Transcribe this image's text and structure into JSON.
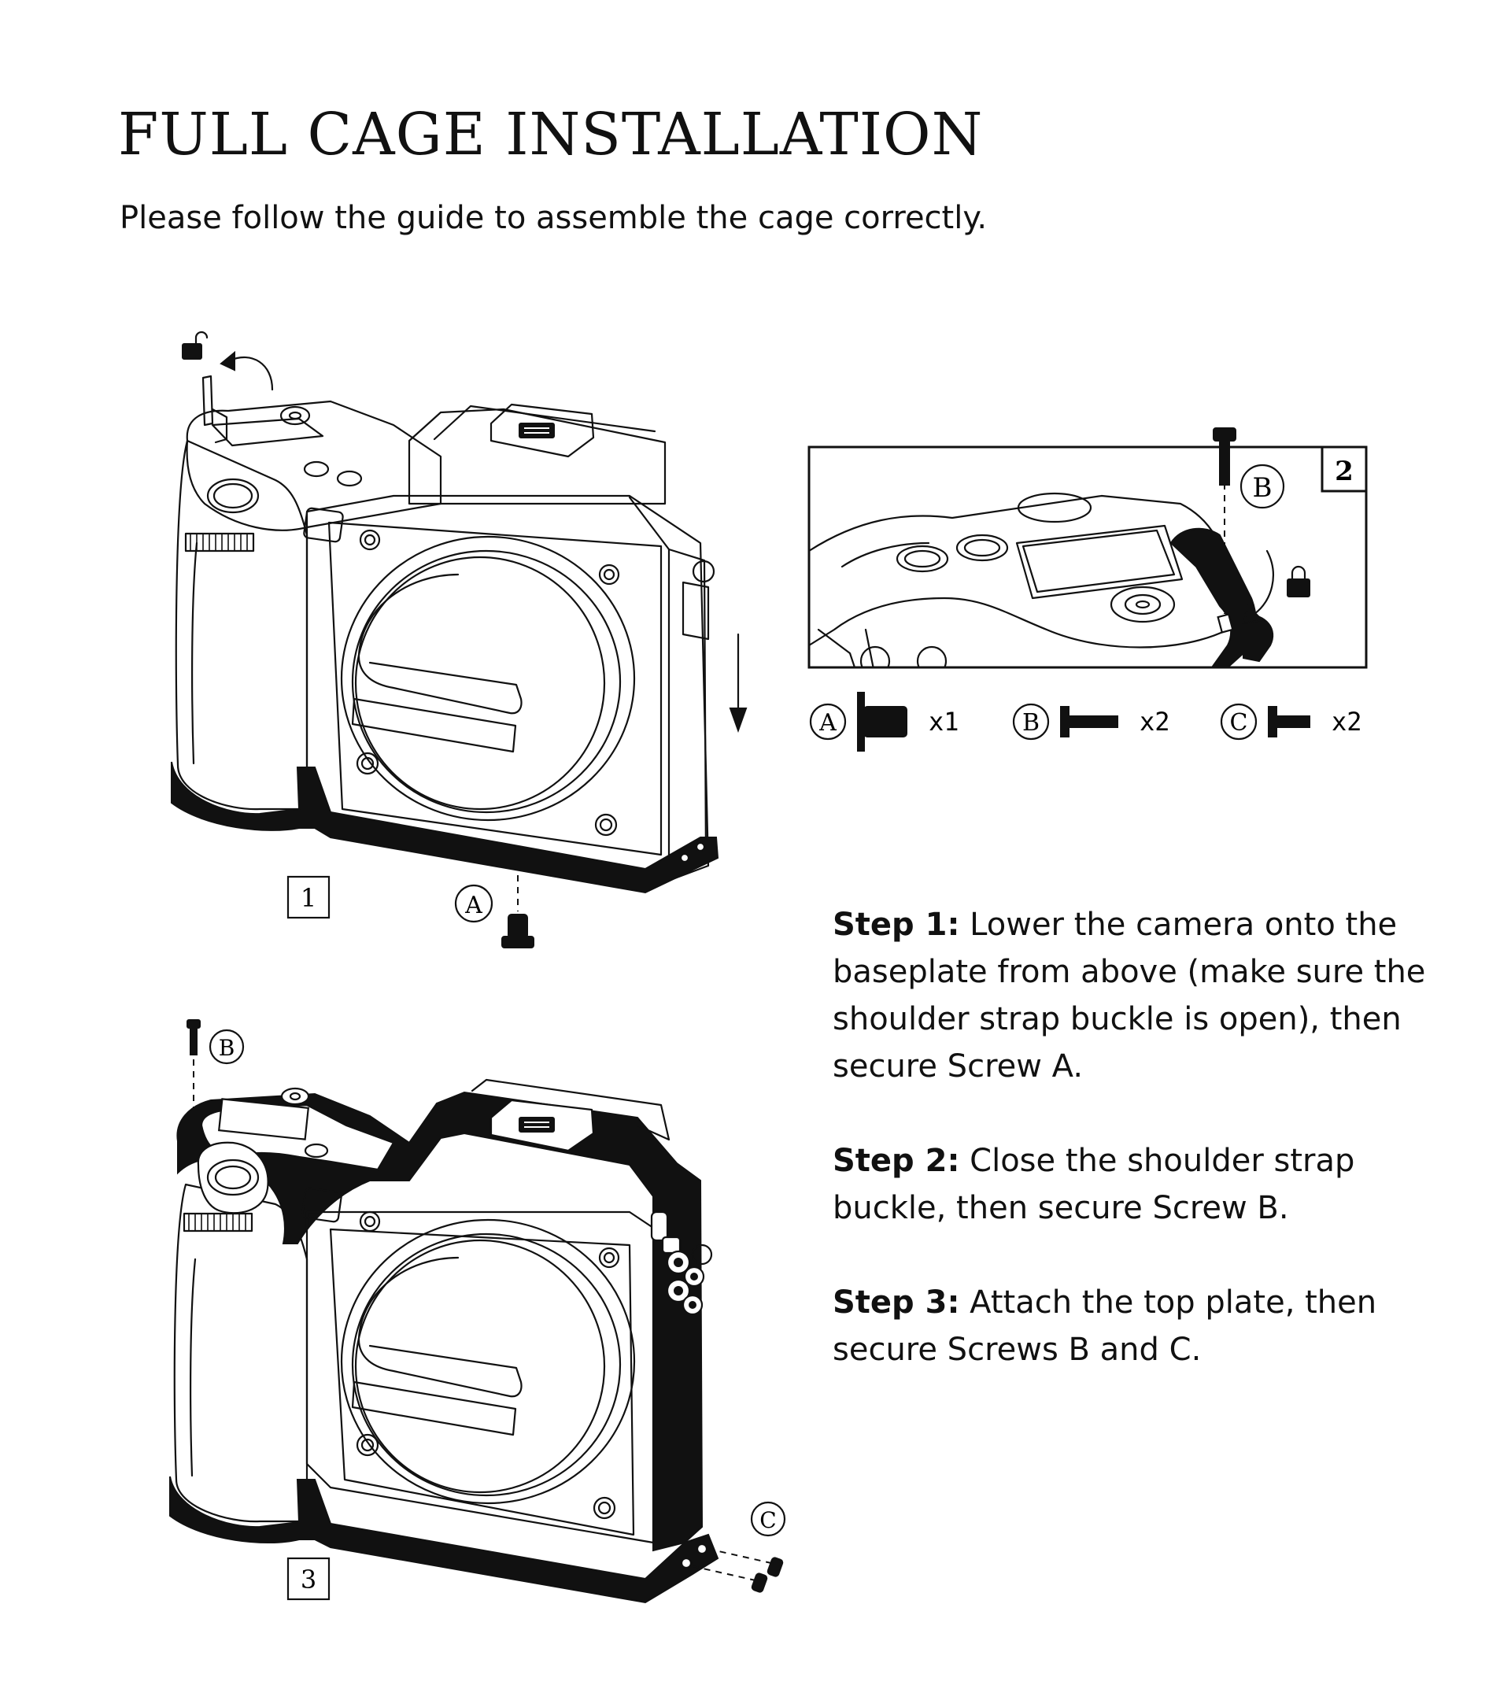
{
  "header": {
    "title": "FULL CAGE INSTALLATION",
    "subtitle": "Please follow the guide to assemble the cage correctly."
  },
  "figures": {
    "step1_number": "1",
    "step2_number": "2",
    "step3_number": "3",
    "callout_a": "A",
    "callout_b": "B",
    "callout_c": "C"
  },
  "parts": [
    {
      "letter": "A",
      "qty": "x1"
    },
    {
      "letter": "B",
      "qty": "x2"
    },
    {
      "letter": "C",
      "qty": "x2"
    }
  ],
  "steps": [
    {
      "label": "Step 1:",
      "text": " Lower the camera onto the baseplate from above (make sure the shoulder strap buckle is open), then secure Screw A."
    },
    {
      "label": "Step 2:",
      "text": " Close the shoulder strap buckle, then secure Screw B."
    },
    {
      "label": "Step 3:",
      "text": " Attach the top plate, then secure Screws B and C."
    }
  ],
  "icons": {
    "unlocked": "unlocked-padlock-icon",
    "locked": "locked-padlock-icon",
    "rotate": "curved-arrow-icon",
    "down": "down-arrow-icon"
  },
  "colors": {
    "ink": "#111111",
    "paper": "#ffffff"
  }
}
